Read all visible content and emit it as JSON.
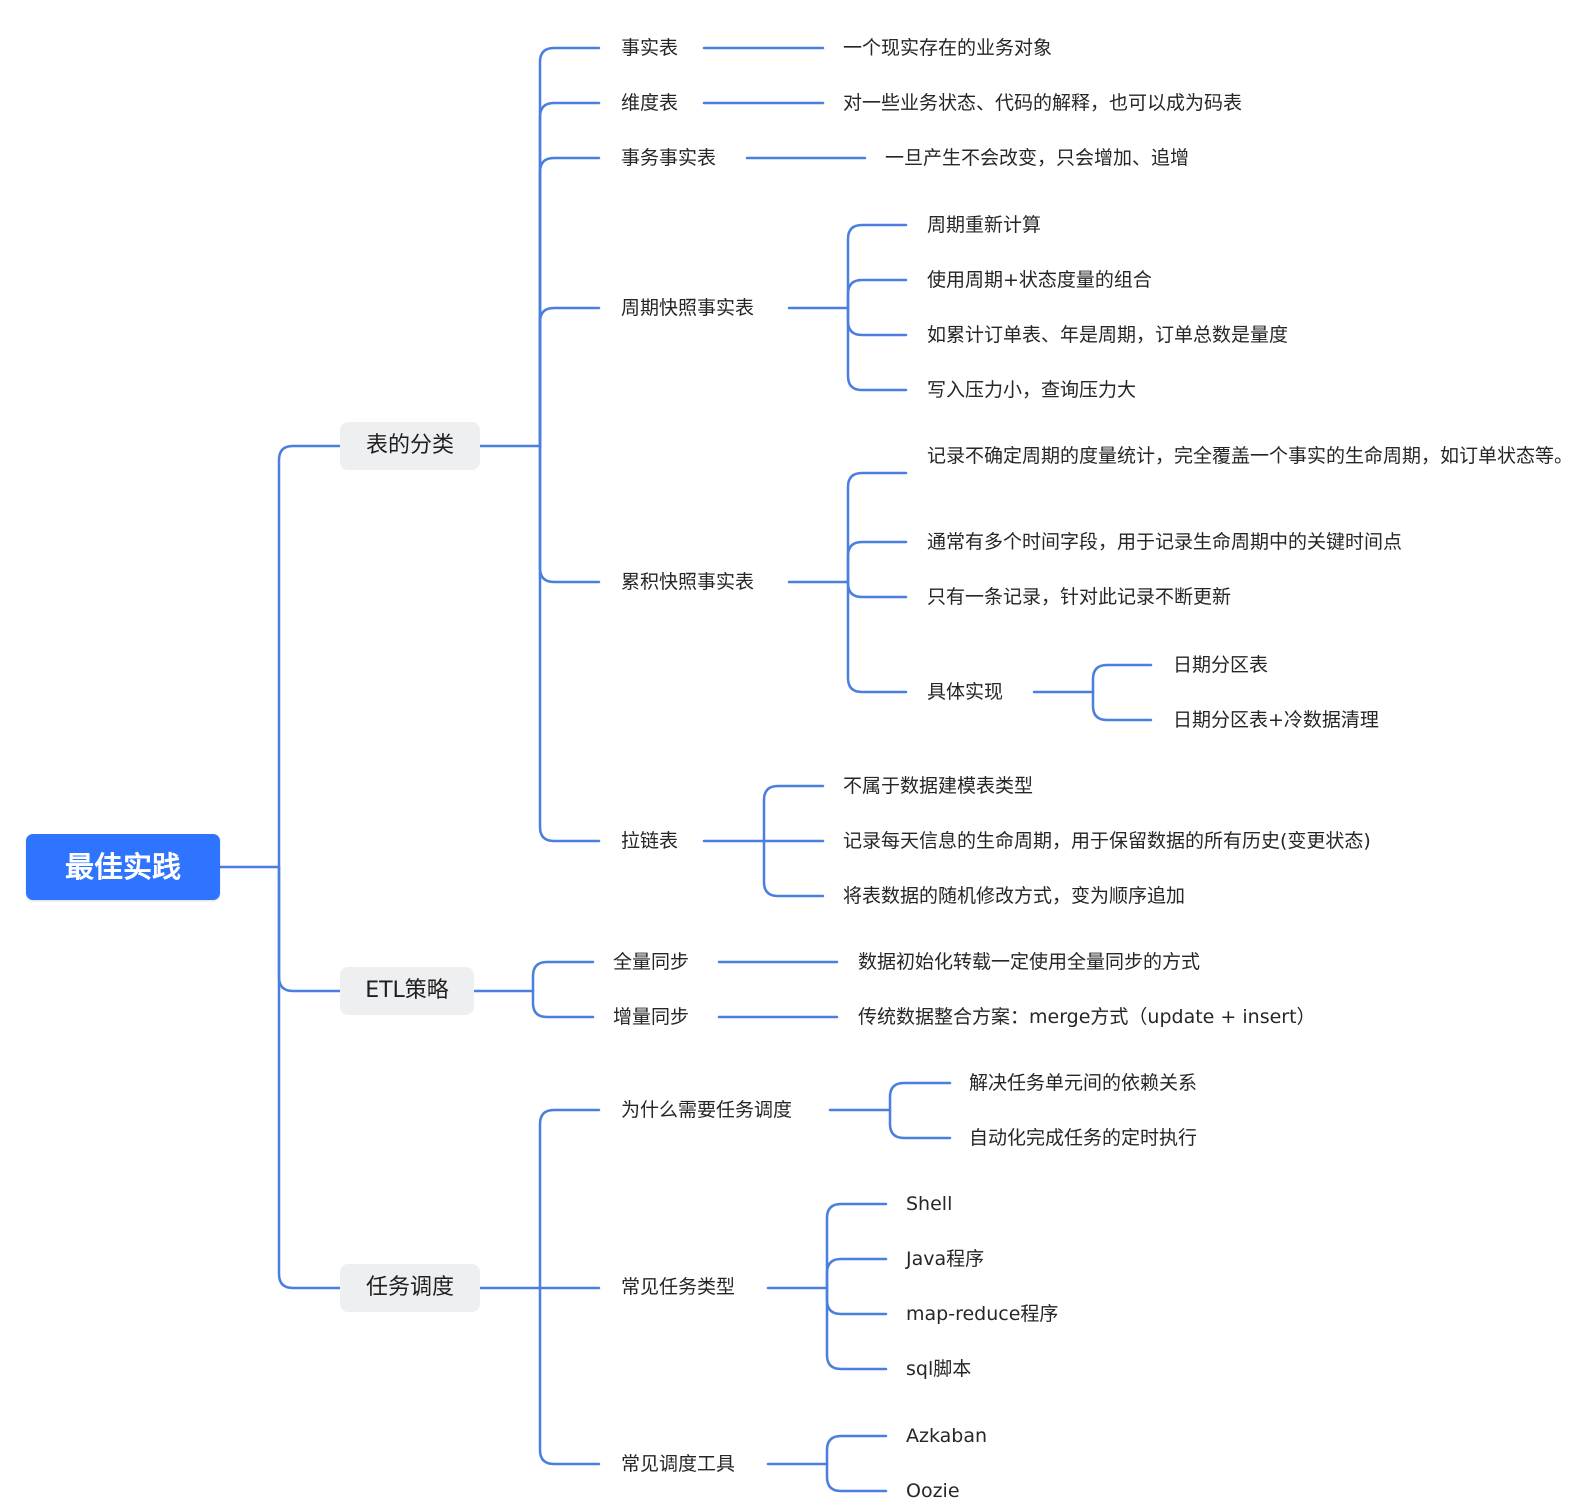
{
  "root": "最佳实践",
  "table_classification": {
    "label": "表的分类",
    "fact_table": {
      "label": "事实表",
      "desc": "一个现实存在的业务对象"
    },
    "dimension_table": {
      "label": "维度表",
      "desc": "对一些业务状态、代码的解释，也可以成为码表"
    },
    "transaction_fact_table": {
      "label": "事务事实表",
      "desc": "一旦产生不会改变，只会增加、追增"
    },
    "periodic_snapshot": {
      "label": "周期快照事实表",
      "items": [
        "周期重新计算",
        "使用周期+状态度量的组合",
        "如累计订单表、年是周期，订单总数是量度",
        "写入压力小，查询压力大"
      ]
    },
    "accumulating_snapshot": {
      "label": "累积快照事实表",
      "items": [
        "记录不确定周期的度量统计，完全覆盖一个事实的生命周期，如订单状态等。",
        "通常有多个时间字段，用于记录生命周期中的关键时间点",
        "只有一条记录，针对此记录不断更新"
      ],
      "impl": {
        "label": "具体实现",
        "items": [
          "日期分区表",
          "日期分区表+冷数据清理"
        ]
      }
    },
    "zipper_table": {
      "label": "拉链表",
      "items": [
        "不属于数据建模表类型",
        "记录每天信息的生命周期，用于保留数据的所有历史(变更状态)",
        "将表数据的随机修改方式，变为顺序追加"
      ]
    }
  },
  "etl": {
    "label": "ETL策略",
    "full_sync": {
      "label": "全量同步",
      "desc": "数据初始化转载一定使用全量同步的方式"
    },
    "incremental_sync": {
      "label": "增量同步",
      "desc": "传统数据整合方案：merge方式（update + insert）"
    }
  },
  "scheduling": {
    "label": "任务调度",
    "why": {
      "label": "为什么需要任务调度",
      "items": [
        "解决任务单元间的依赖关系",
        "自动化完成任务的定时执行"
      ]
    },
    "task_types": {
      "label": "常见任务类型",
      "items": [
        "Shell",
        "Java程序",
        "map-reduce程序",
        "sql脚本"
      ]
    },
    "tools": {
      "label": "常见调度工具",
      "items": [
        "Azkaban",
        "Oozie"
      ]
    }
  },
  "colors": {
    "line": "#4a7fe0",
    "root_bg": "#2f74ff",
    "branch_bg": "#eeeff1",
    "text": "#262626"
  }
}
